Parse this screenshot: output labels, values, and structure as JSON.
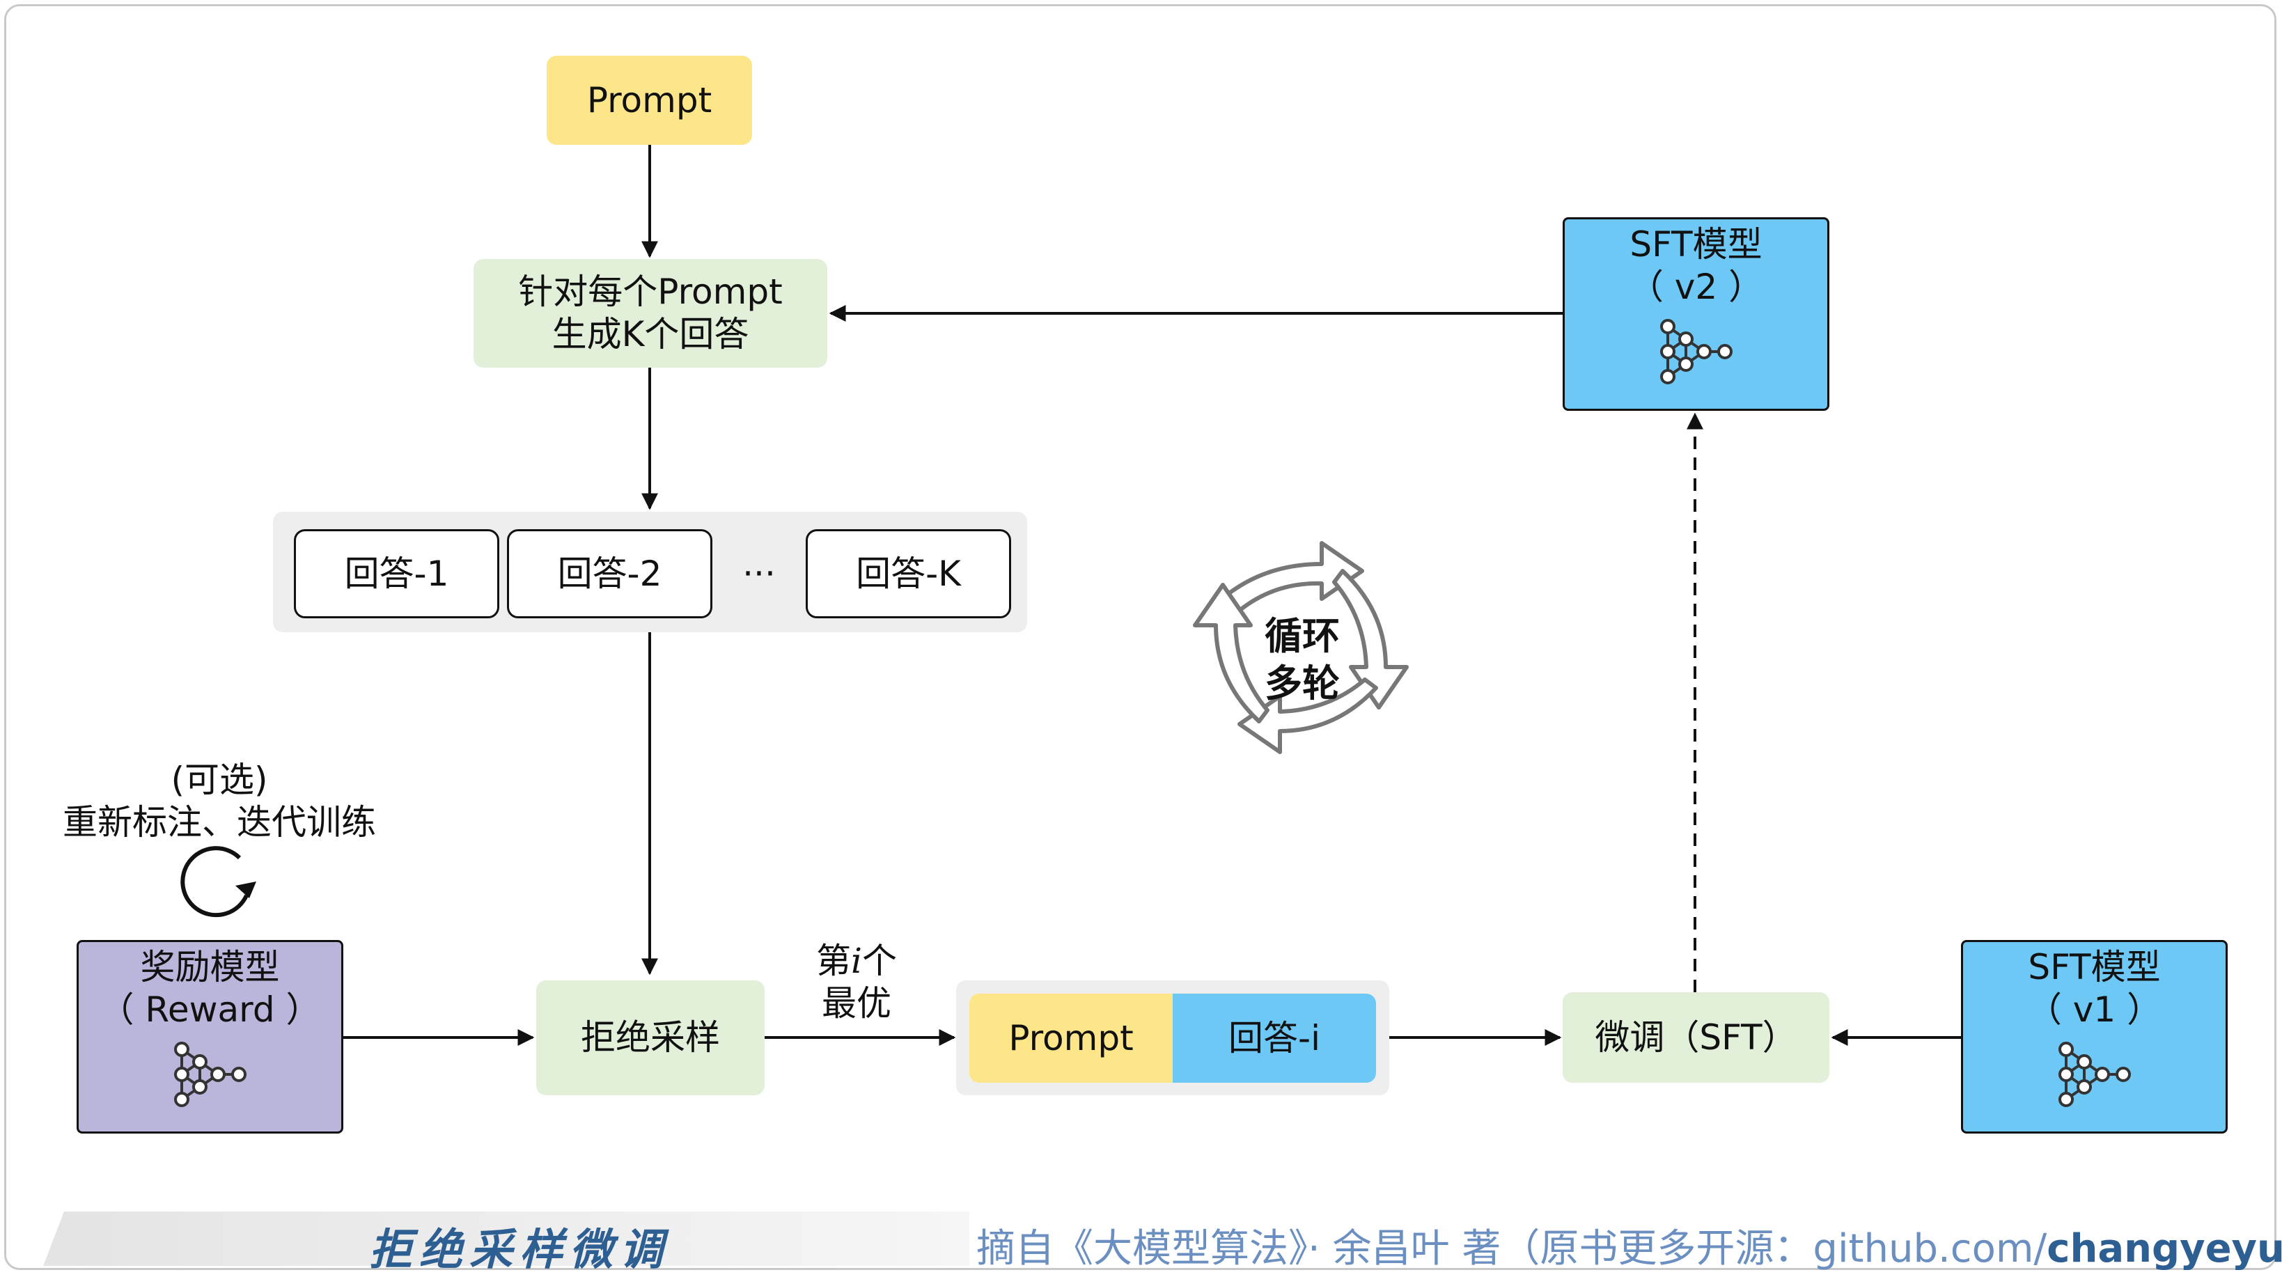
{
  "prompt_top": "Prompt",
  "generate": {
    "line1": "针对每个Prompt",
    "line2": "生成K个回答"
  },
  "answers": [
    "回答-1",
    "回答-2",
    "···",
    "回答-K"
  ],
  "reward_model": {
    "line1": "奖励模型",
    "line2": "（ Reward ）"
  },
  "optional_note": {
    "line1": "(可选)",
    "line2": "重新标注、迭代训练"
  },
  "rejection_sampling": "拒绝采样",
  "best_label": {
    "prefix": "第",
    "italic": "i",
    "suffix": "个",
    "line2": "最优"
  },
  "pair": {
    "prompt": "Prompt",
    "answer": "回答-i"
  },
  "finetune": "微调（SFT）",
  "sft_v1": {
    "line1": "SFT模型",
    "line2": "（ v1 ）"
  },
  "sft_v2": {
    "line1": "SFT模型",
    "line2": "（ v2 ）"
  },
  "cycle": {
    "line1": "循环",
    "line2": "多轮"
  },
  "footer": {
    "title": "拒绝采样微调",
    "source_prefix": "摘自《大模型算法》· 余昌叶 著（原书更多开源：github.com/",
    "source_bold": "changyeyu",
    "source_suffix": "）"
  },
  "colors": {
    "yellow": "#fde68a",
    "green": "#e2efd9",
    "blue": "#6ec8f5",
    "purple": "#b9b5db",
    "gray_group": "#eeeeee",
    "footer_text": "#2e5f93"
  }
}
